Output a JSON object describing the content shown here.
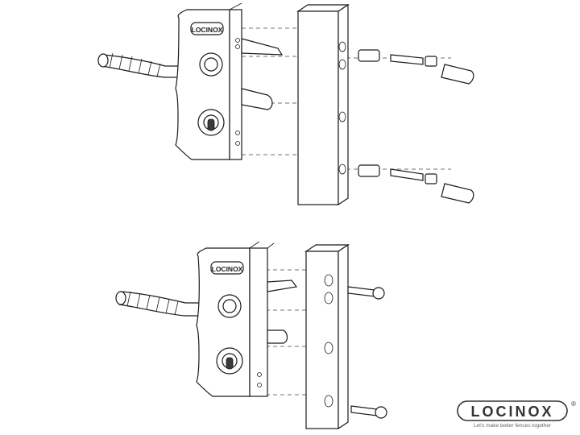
{
  "lock_plate_label": "LOCINOX",
  "brand": {
    "name": "LOCINOX",
    "registered_mark": "®",
    "tagline": "Let's make better fences together"
  },
  "colors": {
    "line": "#1a1a1a",
    "background": "#ffffff"
  }
}
